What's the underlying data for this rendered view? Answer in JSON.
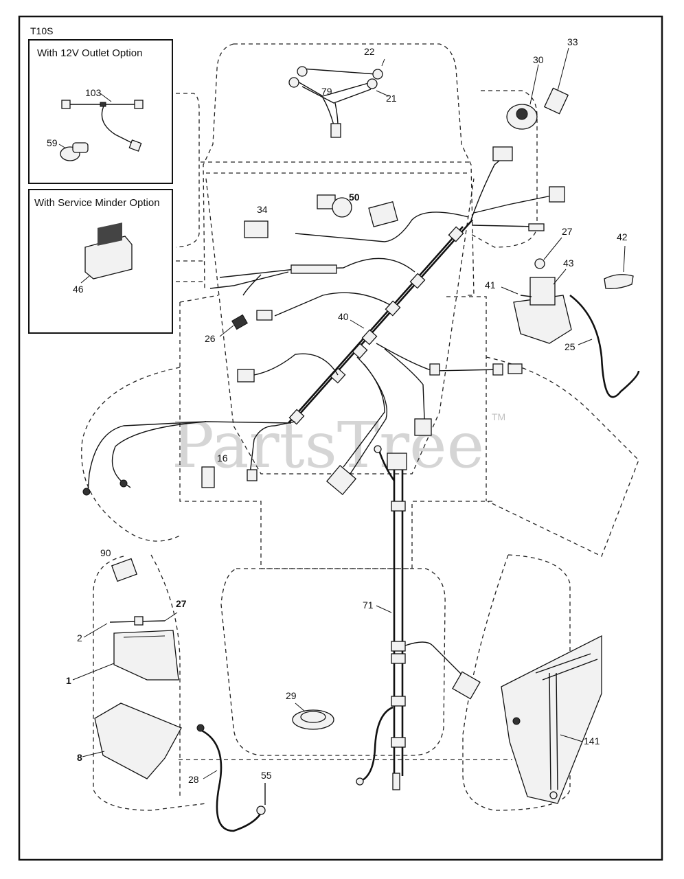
{
  "diagram_code": "T10S",
  "options": {
    "outlet_title": "With 12V Outlet Option",
    "minder_title": "With Service Minder Option"
  },
  "watermark": {
    "text": "PartsTree",
    "tm": "TM"
  },
  "labels": {
    "p1": "1",
    "p2": "2",
    "p8": "8",
    "p16": "16",
    "p21": "21",
    "p22": "22",
    "p25": "25",
    "p26": "26",
    "p27a": "27",
    "p27b": "27",
    "p28": "28",
    "p29": "29",
    "p30": "30",
    "p33": "33",
    "p34": "34",
    "p40": "40",
    "p41": "41",
    "p42": "42",
    "p43": "43",
    "p46": "46",
    "p50": "50",
    "p55": "55",
    "p59": "59",
    "p71": "71",
    "p79": "79",
    "p90": "90",
    "p103": "103",
    "p141": "141"
  }
}
